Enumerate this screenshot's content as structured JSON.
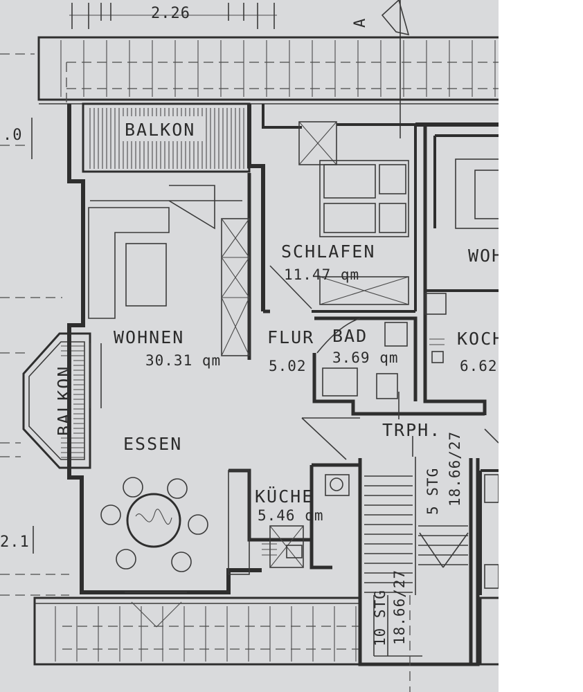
{
  "dimensions": {
    "top": "2.26",
    "left_upper": ".0",
    "left_lower": "2.1"
  },
  "section_marker": "A",
  "rooms": {
    "balkon_top": {
      "name": "BALKON"
    },
    "balkon_side": {
      "name": "BALKON"
    },
    "schlafen": {
      "name": "SCHLAFEN",
      "area": "11.47 qm"
    },
    "wohnen": {
      "name": "WOHNEN",
      "area": "30.31 qm"
    },
    "flur": {
      "name": "FLUR",
      "area": "5.02"
    },
    "bad": {
      "name": "BAD",
      "area": "3.69 qm"
    },
    "essen": {
      "name": "ESSEN"
    },
    "kueche": {
      "name": "KÜCHE",
      "area": "5.46 qm"
    },
    "neighbour_wohnen": {
      "name": "WOH"
    },
    "neighbour_kochen": {
      "name": "KOCH",
      "area": "6.62"
    }
  },
  "stairs": {
    "label": "TRPH.",
    "upper_flight": {
      "steps": "5 STG",
      "dimension": "18.66/27"
    },
    "lower_flight": {
      "steps": "10 STG",
      "dimension": "18.66/27"
    }
  }
}
